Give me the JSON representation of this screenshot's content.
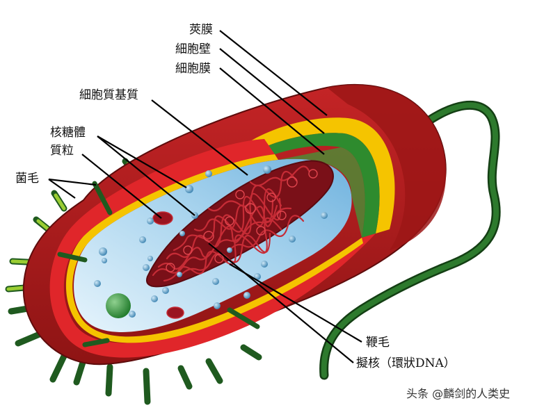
{
  "labels": {
    "capsule": "莢膜",
    "cell_wall": "細胞壁",
    "cell_membrane": "細胞膜",
    "cytoplasm": "細胞質基質",
    "ribosome": "核糖體",
    "plasmid": "質粒",
    "pili": "菌毛",
    "flagellum": "鞭毛",
    "nucleoid": "擬核（環狀DNA）"
  },
  "watermark": "头条 @麟剑的人类史",
  "colors": {
    "capsule_outer": "#b01c1c",
    "capsule_dark": "#7a0f0f",
    "capsule_bright": "#e0262a",
    "cell_wall": "#f5c400",
    "cell_membrane": "#2e8b2e",
    "cytoplasm": "#a9d4ee",
    "cytoplasm_light": "#dbeefa",
    "dna": "#9a1520",
    "flagellum": "#2d6b2d",
    "ribosome": "#2a6f96"
  }
}
